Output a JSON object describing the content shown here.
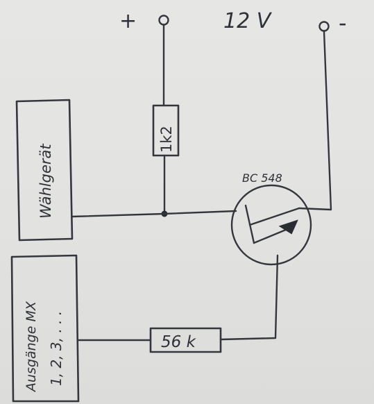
{
  "supply": {
    "plus_label": "+",
    "voltage_label": "12 V",
    "minus_label": "-"
  },
  "components": {
    "collector_resistor": "1k2",
    "base_resistor": "56 k",
    "transistor": "BC 548",
    "device_top": "Wählgerät",
    "device_bottom_line1": "Ausgänge MX",
    "device_bottom_line2": "1, 2, 3, . . ."
  }
}
